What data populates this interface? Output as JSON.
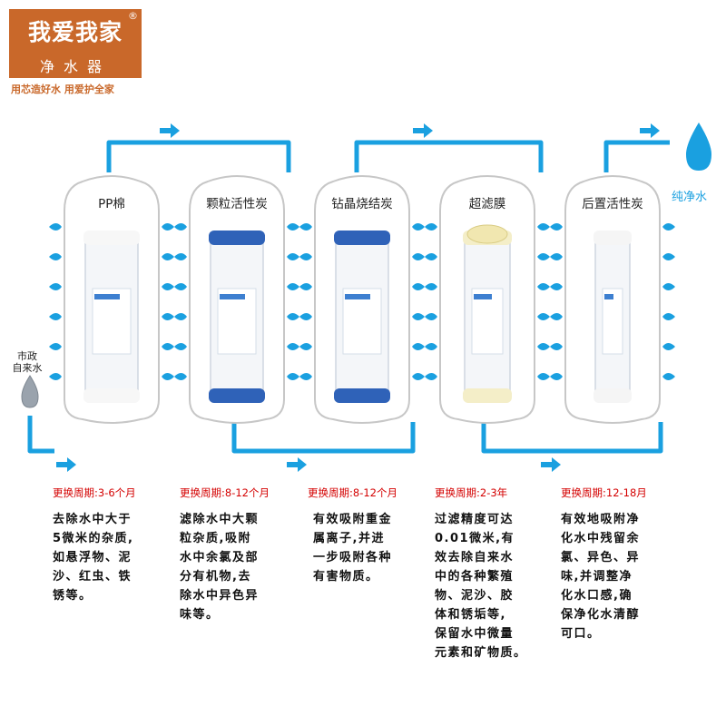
{
  "brand": {
    "name": "我爱我家",
    "reg_mark": "®",
    "sub": "净水器",
    "slogan": "用芯造好水 用爱护全家"
  },
  "source_label": [
    "市政",
    "自来水"
  ],
  "output_label": "纯净水",
  "stages": [
    {
      "title": "PP棉",
      "period": "更换周期:3-6个月",
      "desc": [
        "去除水中大于",
        "5微米的杂质,",
        "如悬浮物、泥",
        "沙、红虫、铁",
        "锈等。"
      ]
    },
    {
      "title": "颗粒活性炭",
      "period": "更换周期:8-12个月",
      "desc": [
        "滤除水中大颗",
        "粒杂质,吸附",
        "水中余氯及部",
        "分有机物,去",
        "除水中异色异",
        "味等。"
      ]
    },
    {
      "title": "钻晶烧结炭",
      "period": "更换周期:8-12个月",
      "desc": [
        "有效吸附重金",
        "属离子,并进",
        "一步吸附各种",
        "有害物质。"
      ]
    },
    {
      "title": "超滤膜",
      "period": "更换周期:2-3年",
      "desc": [
        "过滤精度可达",
        "0.01微米,有",
        "效去除自来水",
        "中的各种繁殖",
        "物、泥沙、胶",
        "体和锈垢等,",
        "保留水中微量",
        "元素和矿物质。"
      ]
    },
    {
      "title": "后置活性炭",
      "period": "更换周期:12-18月",
      "desc": [
        "有效地吸附净",
        "化水中残留余",
        "氯、异色、异",
        "味,并调整净",
        "化水口感,确",
        "保净化水清醇",
        "可口。"
      ]
    }
  ],
  "colors": {
    "brand": "#c9682a",
    "water": "#1aa0e0",
    "period": "#d40000"
  }
}
